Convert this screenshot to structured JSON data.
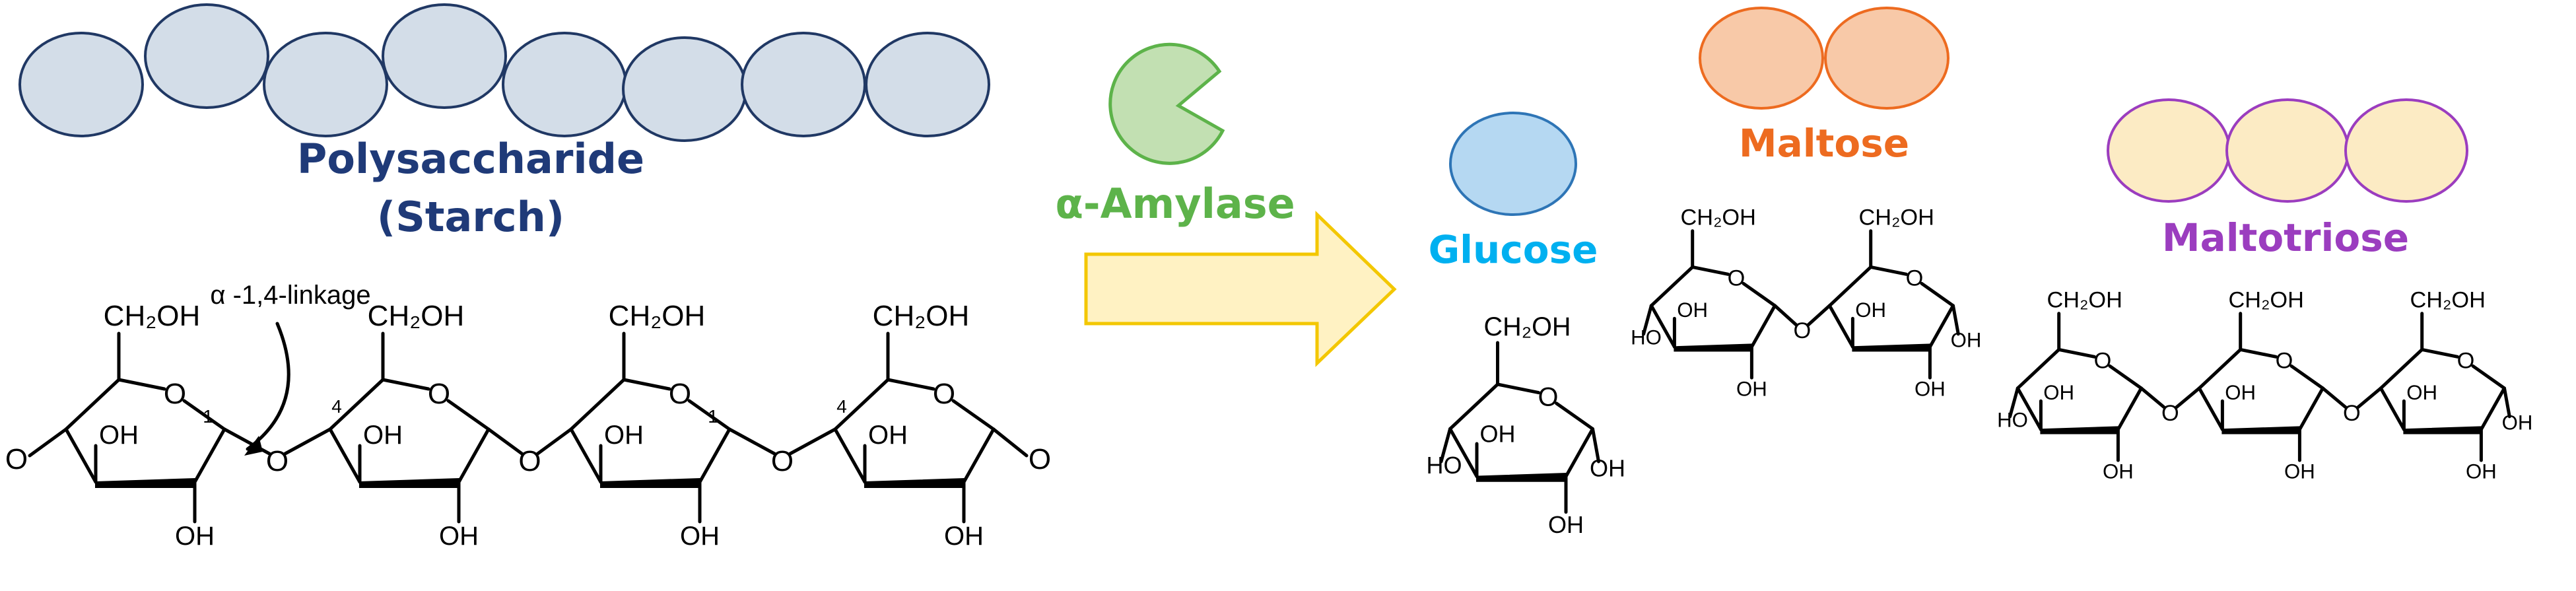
{
  "colors": {
    "starch_fill": "#d3dde8",
    "starch_stroke": "#203864",
    "starch_label": "#1f3a78",
    "amylase": "#5db34a",
    "amylase_fill": "#c2e0b2",
    "arrow_fill": "#fff2c3",
    "arrow_stroke": "#f3c700",
    "glucose": "#00b0f0",
    "glucose_fill": "#b5d8f2",
    "glucose_stroke": "#2e75b6",
    "maltose": "#ed6b20",
    "maltose_fill": "#f8c9a8",
    "maltotriose": "#9b3dbf",
    "maltotriose_fill": "#fcebc4",
    "triose_stroke": "#9b3dbf"
  },
  "labels": {
    "polysaccharide": "Polysaccharide",
    "starch": "(Starch)",
    "amylase": "α-Amylase",
    "glucose": "Glucose",
    "maltose": "Maltose",
    "maltotriose": "Maltotriose",
    "linkage": "α -1,4-linkage"
  },
  "chem": {
    "ch2oh": "CH₂OH",
    "oh": "OH",
    "ho": "HO",
    "o": "O",
    "pos1": "1",
    "pos4": "4"
  },
  "icons": {
    "enzyme": "pac-man-enzyme-icon",
    "arrow": "right-arrow-icon"
  },
  "counts": {
    "starch_units": 8,
    "maltose_units": 2,
    "maltotriose_units": 3,
    "glucose_units": 1
  }
}
